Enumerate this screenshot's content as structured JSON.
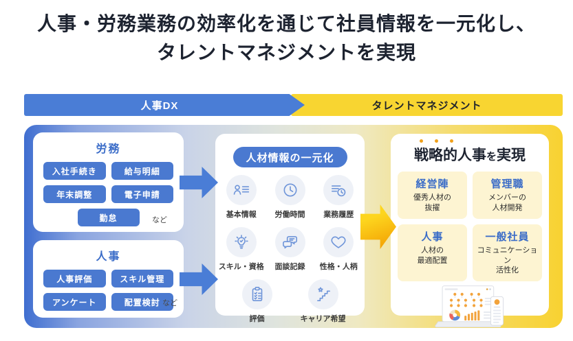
{
  "title": {
    "line1": "人事・労務業務の効率化を通じて社員情報を一元化し、",
    "line2": "タレントマネジメントを実現"
  },
  "banner": {
    "left_label": "人事DX",
    "right_label": "タレントマネジメント"
  },
  "left_panel": {
    "groups": [
      {
        "heading": "労務",
        "buttons": [
          "入社手続き",
          "給与明細",
          "年末調整",
          "電子申請",
          "勤怠"
        ],
        "etc_label": "など"
      },
      {
        "heading": "人事",
        "buttons": [
          "人事評価",
          "スキル管理",
          "アンケート",
          "配置検討"
        ],
        "etc_label": "など"
      }
    ]
  },
  "center_panel": {
    "heading": "人材情報の一元化",
    "items": [
      {
        "label": "基本情報",
        "icon": "profile-list-icon"
      },
      {
        "label": "労働時間",
        "icon": "clock-icon"
      },
      {
        "label": "業務履歴",
        "icon": "history-list-icon"
      },
      {
        "label": "スキル・資格",
        "icon": "lightbulb-check-icon"
      },
      {
        "label": "面談記録",
        "icon": "chat-bubbles-icon"
      },
      {
        "label": "性格・人柄",
        "icon": "heart-icon"
      },
      {
        "label": "評価",
        "icon": "clipboard-check-icon"
      },
      {
        "label": "キャリア希望",
        "icon": "career-steps-star-icon"
      }
    ]
  },
  "right_panel": {
    "heading": {
      "emphasized": "戦略的人事",
      "particle": "を",
      "tail": "実現"
    },
    "cards": [
      {
        "title": "経営陣",
        "line1": "優秀人材の",
        "line2": "抜擢"
      },
      {
        "title": "管理職",
        "line1": "メンバーの",
        "line2": "人材開発"
      },
      {
        "title": "人事",
        "line1": "人材の",
        "line2": "最適配置"
      },
      {
        "title": "一般社員",
        "line1": "コミュニケーション",
        "line2": "活性化"
      }
    ],
    "illustration": "dashboard-laptop-and-phone"
  },
  "colors": {
    "primary_blue": "#4a79d0",
    "heading_blue": "#3a6cc8",
    "banner_yellow": "#f8d531",
    "arrow_orange": "#f29b00",
    "card_yellow": "#fdf4d2",
    "gradient_left": "#3f6ed0",
    "gradient_right": "#f8d231",
    "text_dark": "#1d2330"
  }
}
